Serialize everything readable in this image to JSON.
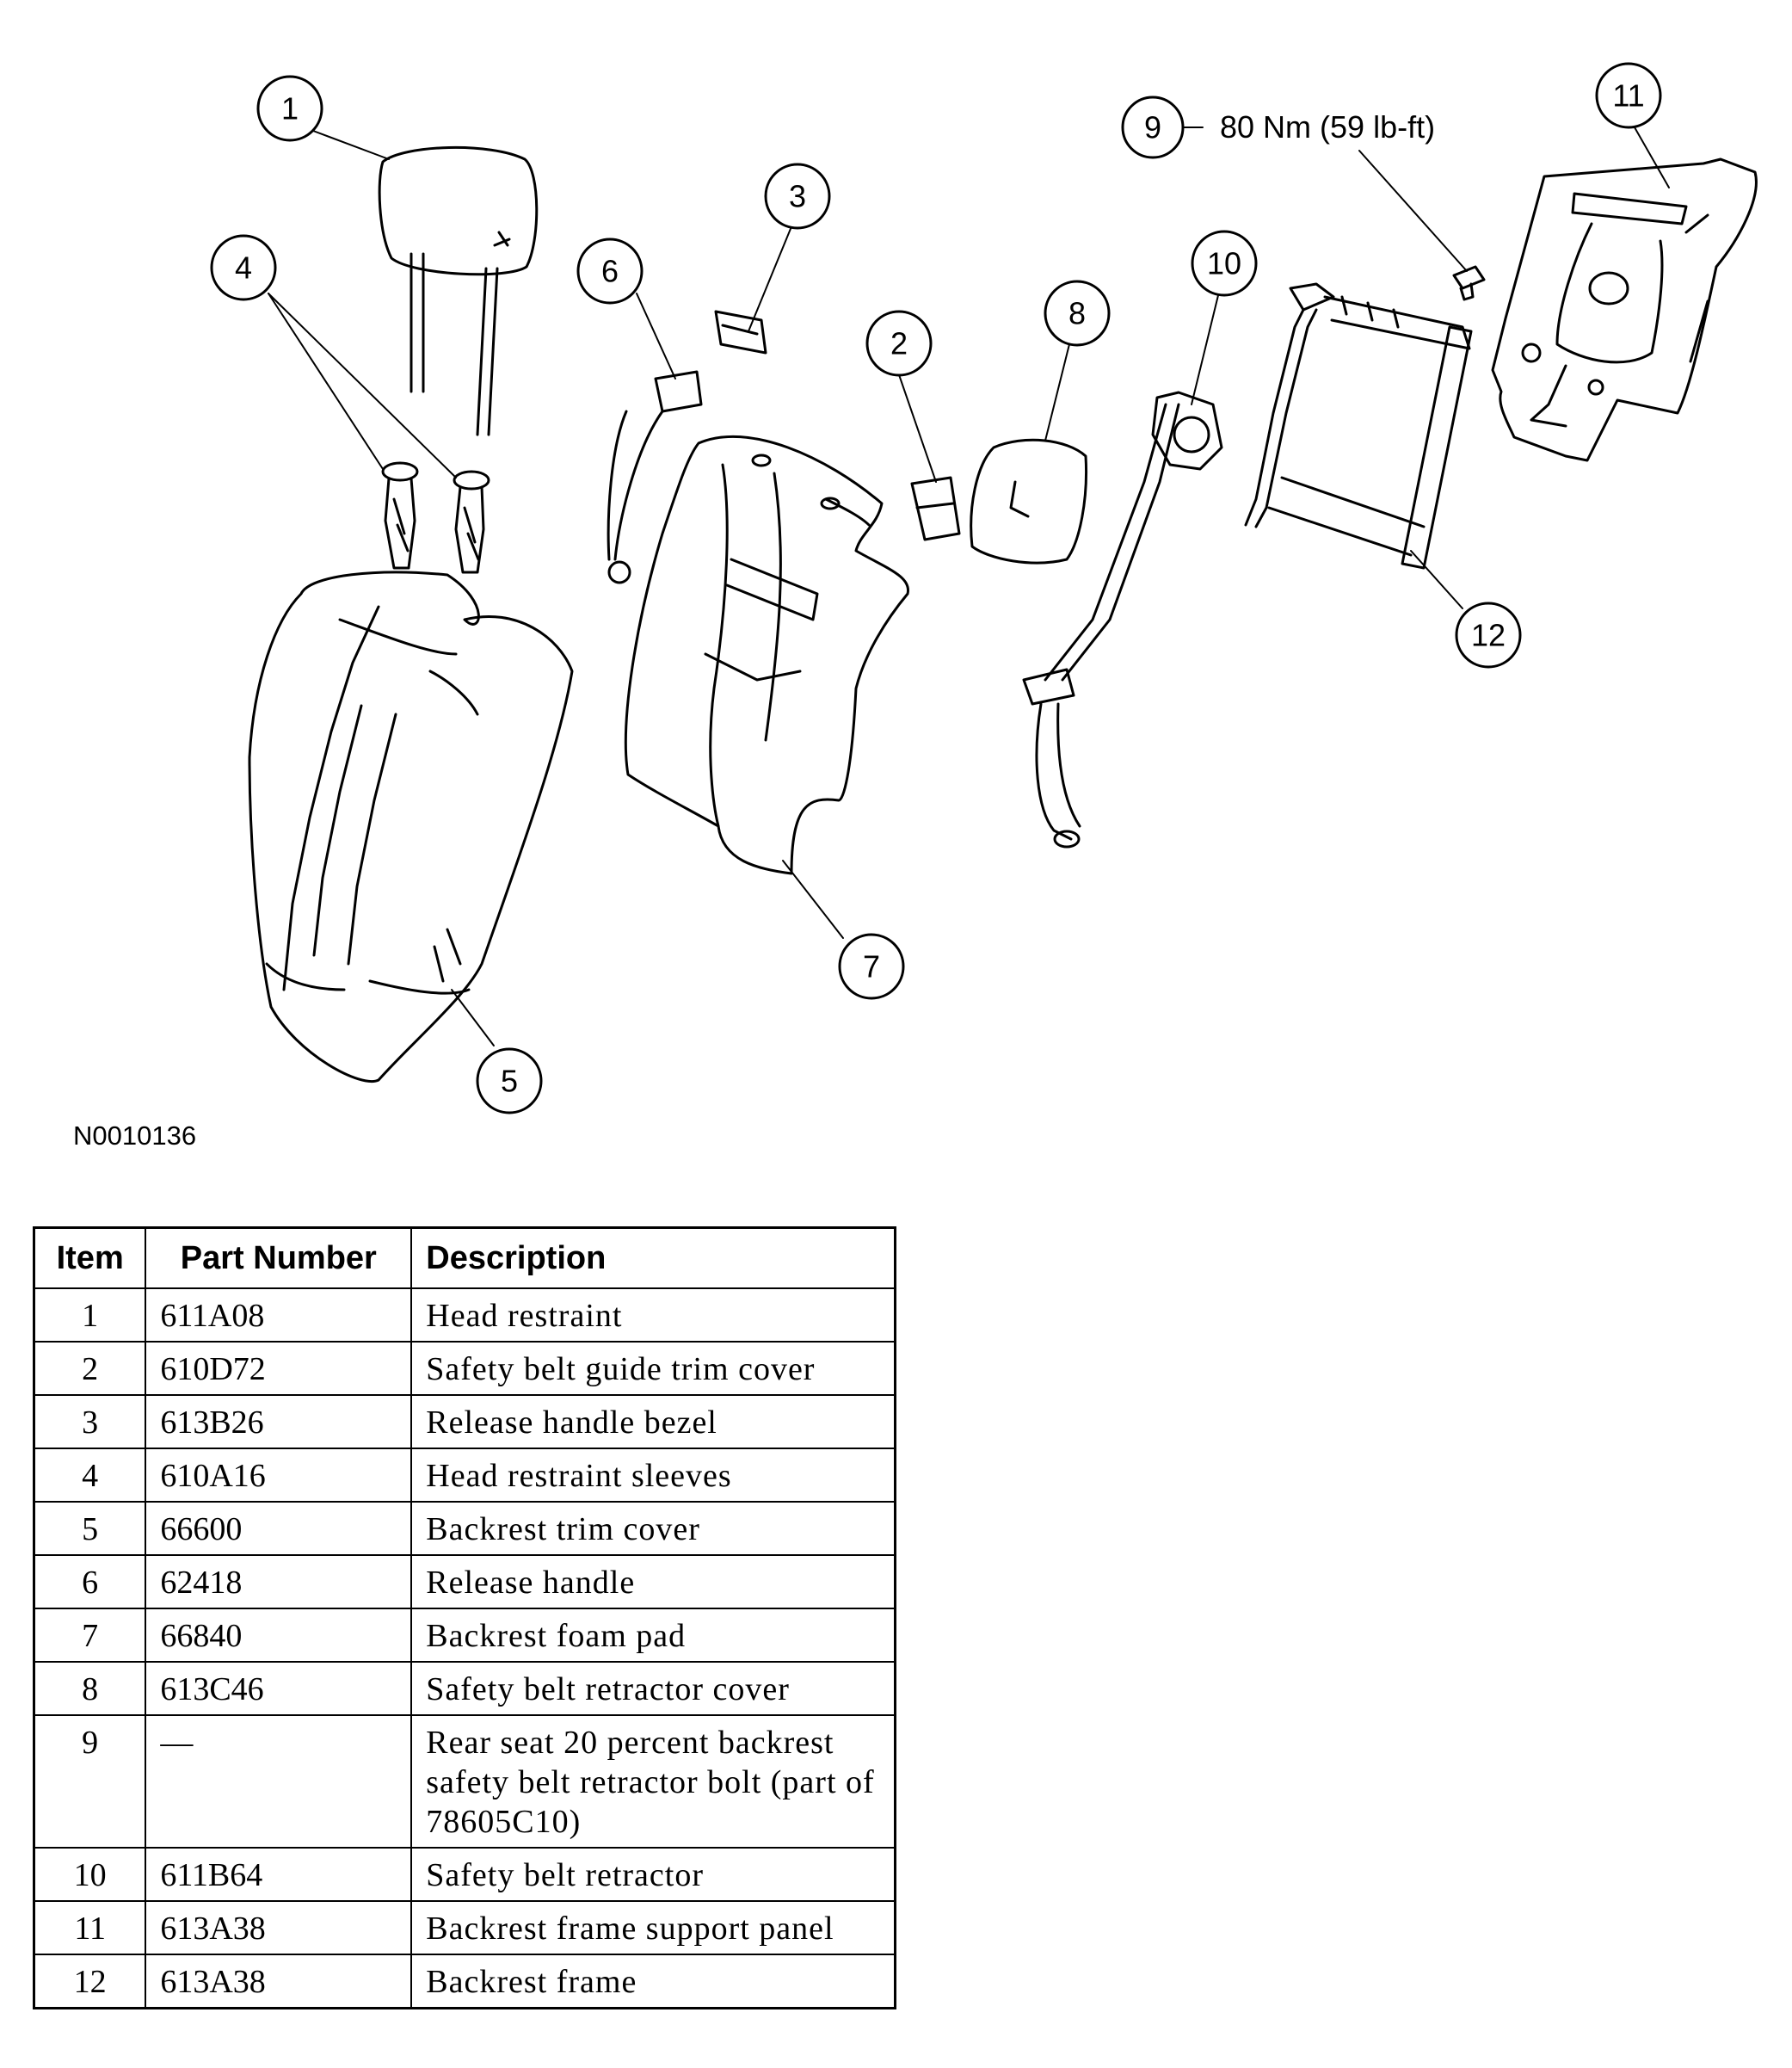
{
  "figure_id": "N0010136",
  "torque_spec": "80 Nm (59 lb-ft)",
  "callouts": [
    "1",
    "2",
    "3",
    "4",
    "5",
    "6",
    "7",
    "8",
    "9",
    "10",
    "11",
    "12"
  ],
  "table": {
    "headers": [
      "Item",
      "Part Number",
      "Description"
    ],
    "rows": [
      {
        "item": "1",
        "part": "611A08",
        "desc": "Head restraint"
      },
      {
        "item": "2",
        "part": "610D72",
        "desc": "Safety belt guide trim cover"
      },
      {
        "item": "3",
        "part": "613B26",
        "desc": "Release handle bezel"
      },
      {
        "item": "4",
        "part": "610A16",
        "desc": "Head restraint sleeves"
      },
      {
        "item": "5",
        "part": "66600",
        "desc": "Backrest trim cover"
      },
      {
        "item": "6",
        "part": "62418",
        "desc": "Release handle"
      },
      {
        "item": "7",
        "part": "66840",
        "desc": "Backrest foam pad"
      },
      {
        "item": "8",
        "part": "613C46",
        "desc": "Safety belt retractor cover"
      },
      {
        "item": "9",
        "part": "—",
        "desc": "Rear seat 20 percent backrest safety belt retractor bolt (part of 78605C10)"
      },
      {
        "item": "10",
        "part": "611B64",
        "desc": "Safety belt retractor"
      },
      {
        "item": "11",
        "part": "613A38",
        "desc": "Backrest frame support panel"
      },
      {
        "item": "12",
        "part": "613A38",
        "desc": "Backrest frame"
      }
    ]
  }
}
